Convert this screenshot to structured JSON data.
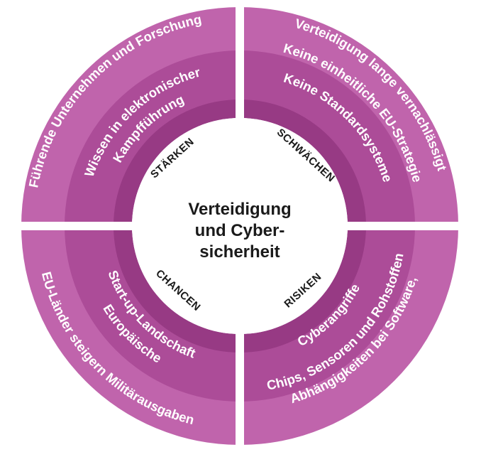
{
  "title": {
    "lines": [
      "Verteidigung",
      "und Cyber-",
      "sicherheit"
    ]
  },
  "colors": {
    "outer_ring": "#c064ac",
    "middle_ring": "#ac4c98",
    "inner_ring": "#973a84",
    "center": "#ffffff",
    "text_light": "#ffffff",
    "text_dark": "#1a1a1a"
  },
  "quadrants": {
    "staerken": {
      "label": "STÄRKEN",
      "outer": "Führende Unternehmen und Forschung",
      "middle_line1": "Wissen in elektronischer",
      "middle_line2": "Kampfführung"
    },
    "schwaechen": {
      "label": "SCHWÄCHEN",
      "outer": "Verteidigung lange vernachlässigt",
      "middle": "Keine einheitliche EU-Strategie",
      "inner": "Keine Standardsysteme"
    },
    "chancen": {
      "label": "CHANCEN",
      "outer": "EU-Länder steigern Militärausgaben",
      "middle_line1": "Europäische",
      "middle_line2": "Start-up-Landschaft"
    },
    "risiken": {
      "label": "RISIKEN",
      "outer_line1": "Abhängigkeiten bei Software,",
      "outer_line2": "Chips, Sensoren und Rohstoffen",
      "middle": "Cyberangriffe"
    }
  }
}
